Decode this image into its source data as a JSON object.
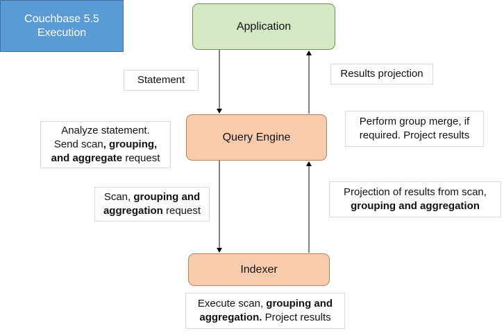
{
  "title": {
    "line1": "Couchbase 5.5",
    "line2": "Execution"
  },
  "nodes": {
    "application": "Application",
    "query_engine": "Query Engine",
    "indexer": "Indexer"
  },
  "labels": {
    "statement": "Statement",
    "results_projection": "Results projection",
    "analyze": {
      "line1": "Analyze statement.",
      "line2_plain": "Send scan",
      "line2_bold": ", grouping,",
      "line3_bold": "and aggregate",
      "line3_plain": " request"
    },
    "group_merge": {
      "line1": "Perform group merge, if",
      "line2": "required. Project results"
    },
    "scan_request": {
      "line1_plain": "Scan, ",
      "line1_bold": "grouping and",
      "line2_bold": "aggregation",
      "line2_plain": " request"
    },
    "projection_from_scan": {
      "line1": "Projection of results from scan,",
      "line2_bold": "grouping and aggregation"
    },
    "execute_scan": {
      "line1_plain": "Execute scan, ",
      "line1_bold": "grouping and",
      "line2_bold": "aggregation.",
      "line2_plain": " Project results"
    }
  }
}
